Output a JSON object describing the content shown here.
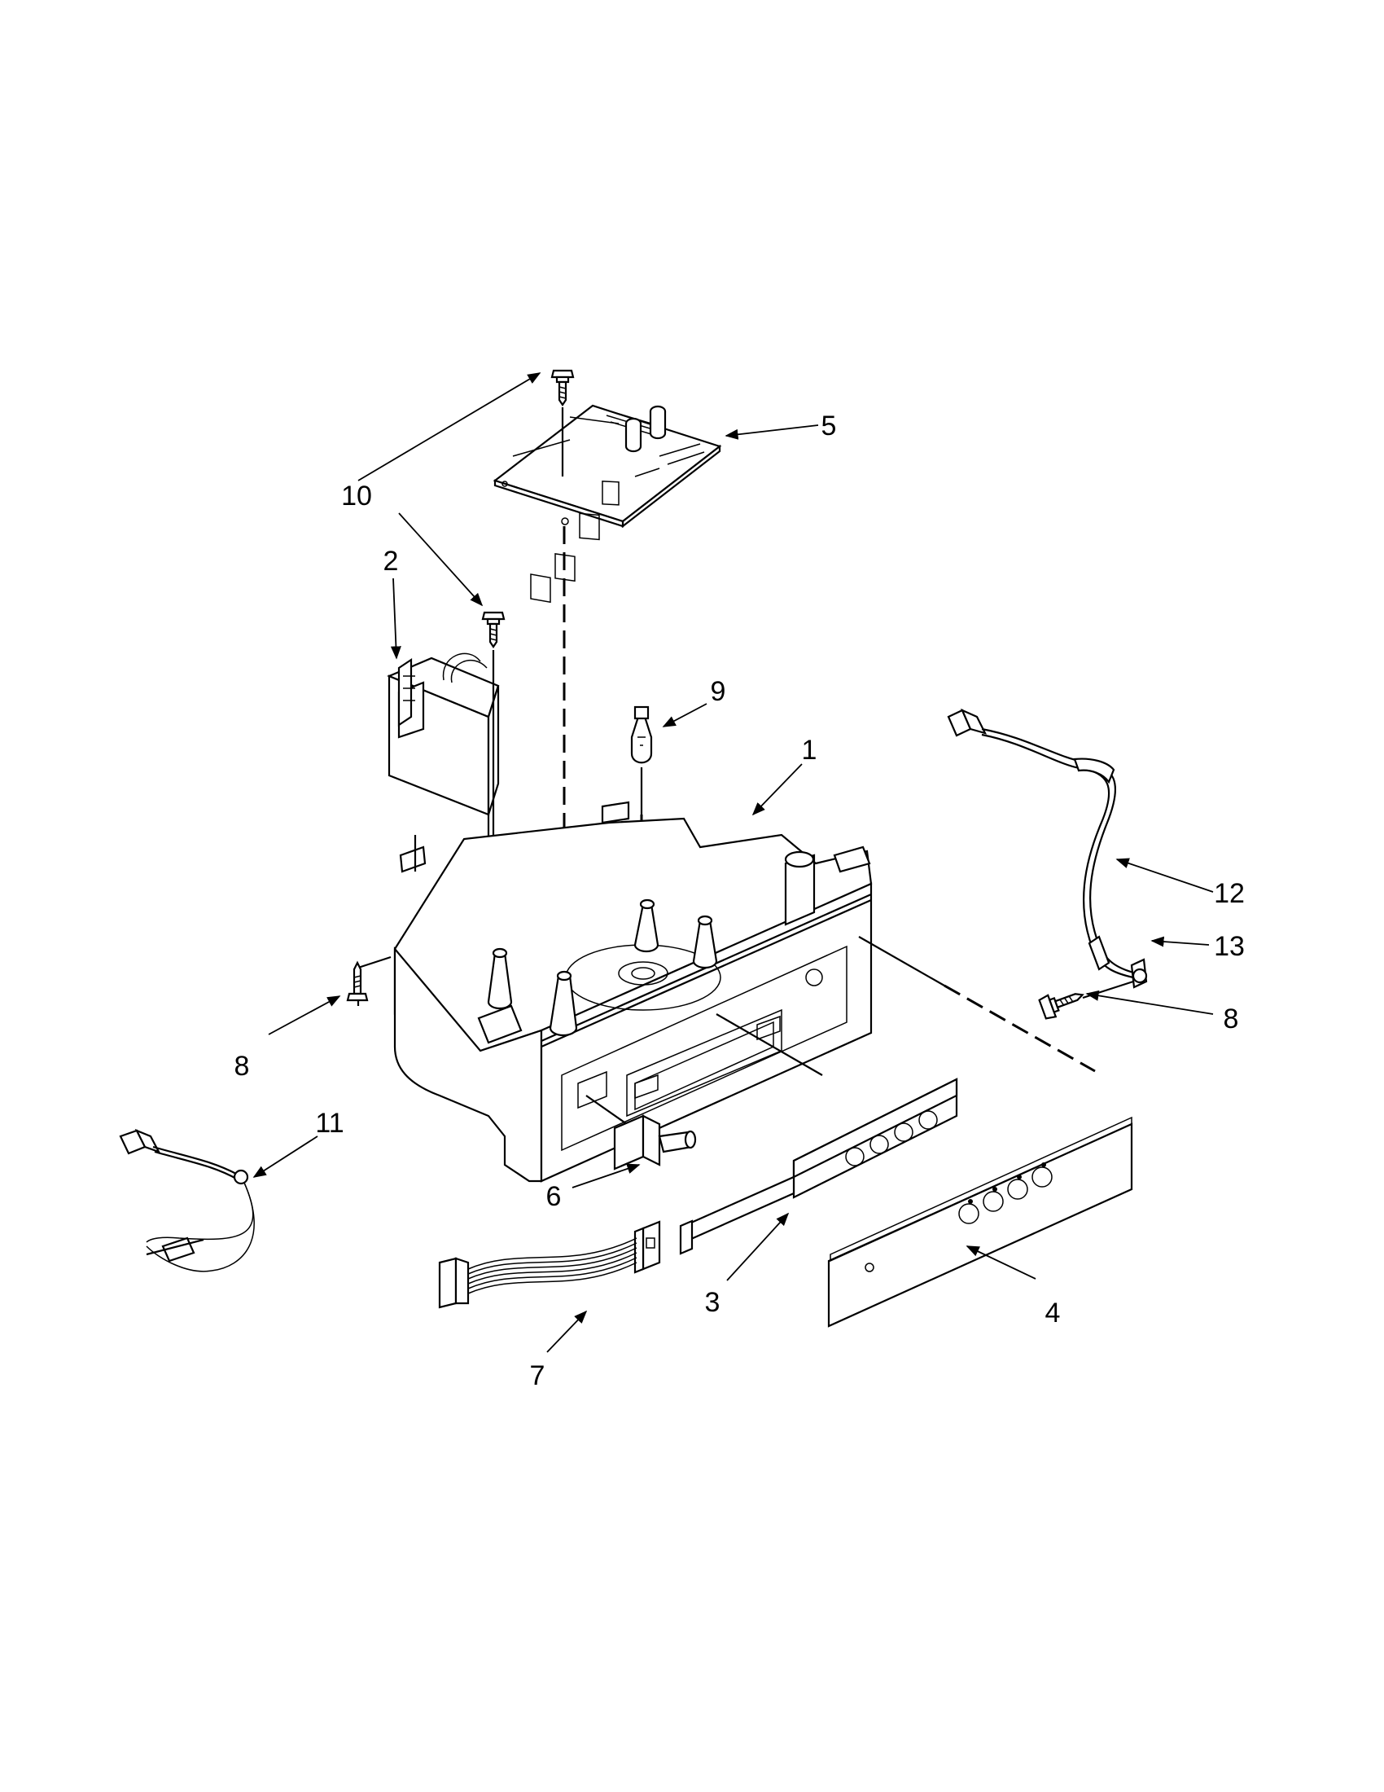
{
  "callouts": {
    "c1": "1",
    "c2": "2",
    "c3": "3",
    "c4": "4",
    "c5": "5",
    "c6": "6",
    "c7": "7",
    "c8a": "8",
    "c8b": "8",
    "c9": "9",
    "c10": "10",
    "c11": "11",
    "c12": "12",
    "c13": "13"
  },
  "icons": [
    "screw-icon",
    "connector-icon",
    "bulb-icon",
    "circuit-board-icon",
    "transformer-icon"
  ]
}
